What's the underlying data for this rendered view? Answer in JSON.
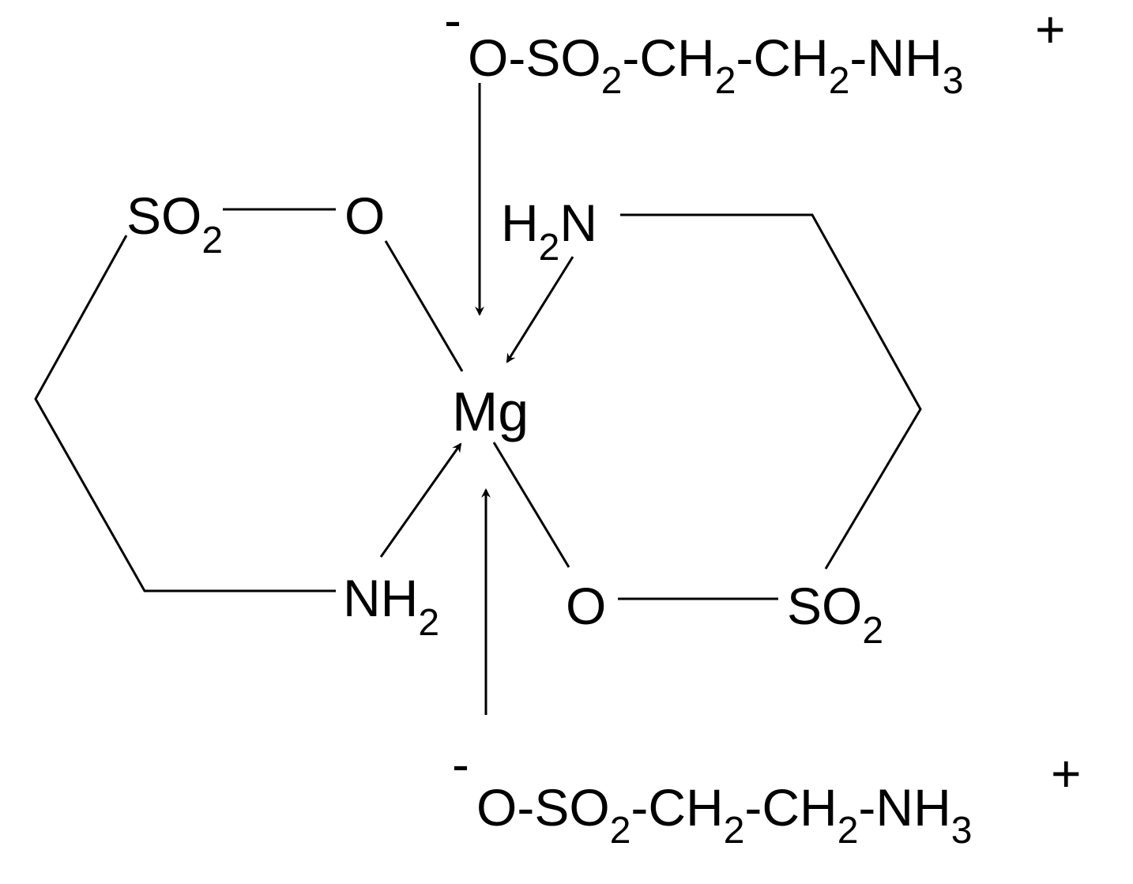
{
  "central_atom": "Mg",
  "top_ligand": {
    "charge_minus": "-",
    "charge_plus": "+",
    "segments": [
      {
        "t": "O-SO"
      },
      {
        "s": "2"
      },
      {
        "t": "-CH"
      },
      {
        "s": "2"
      },
      {
        "t": "-CH"
      },
      {
        "s": "2"
      },
      {
        "t": "-NH"
      },
      {
        "s": "3"
      }
    ]
  },
  "bottom_ligand": {
    "charge_minus": "-",
    "charge_plus": "+",
    "segments": [
      {
        "t": "O-SO"
      },
      {
        "s": "2"
      },
      {
        "t": "-CH"
      },
      {
        "s": "2"
      },
      {
        "t": "-CH"
      },
      {
        "s": "2"
      },
      {
        "t": "-NH"
      },
      {
        "s": "3"
      }
    ]
  },
  "left_ring": {
    "so2": {
      "main": "SO",
      "sub": "2"
    },
    "oxygen": "O",
    "amine": {
      "main": "NH",
      "sub": "2"
    }
  },
  "right_ring": {
    "amine": {
      "pre": "H",
      "sub": "2",
      "main": "N"
    },
    "oxygen": "O",
    "so2": {
      "main": "SO",
      "sub": "2"
    }
  }
}
